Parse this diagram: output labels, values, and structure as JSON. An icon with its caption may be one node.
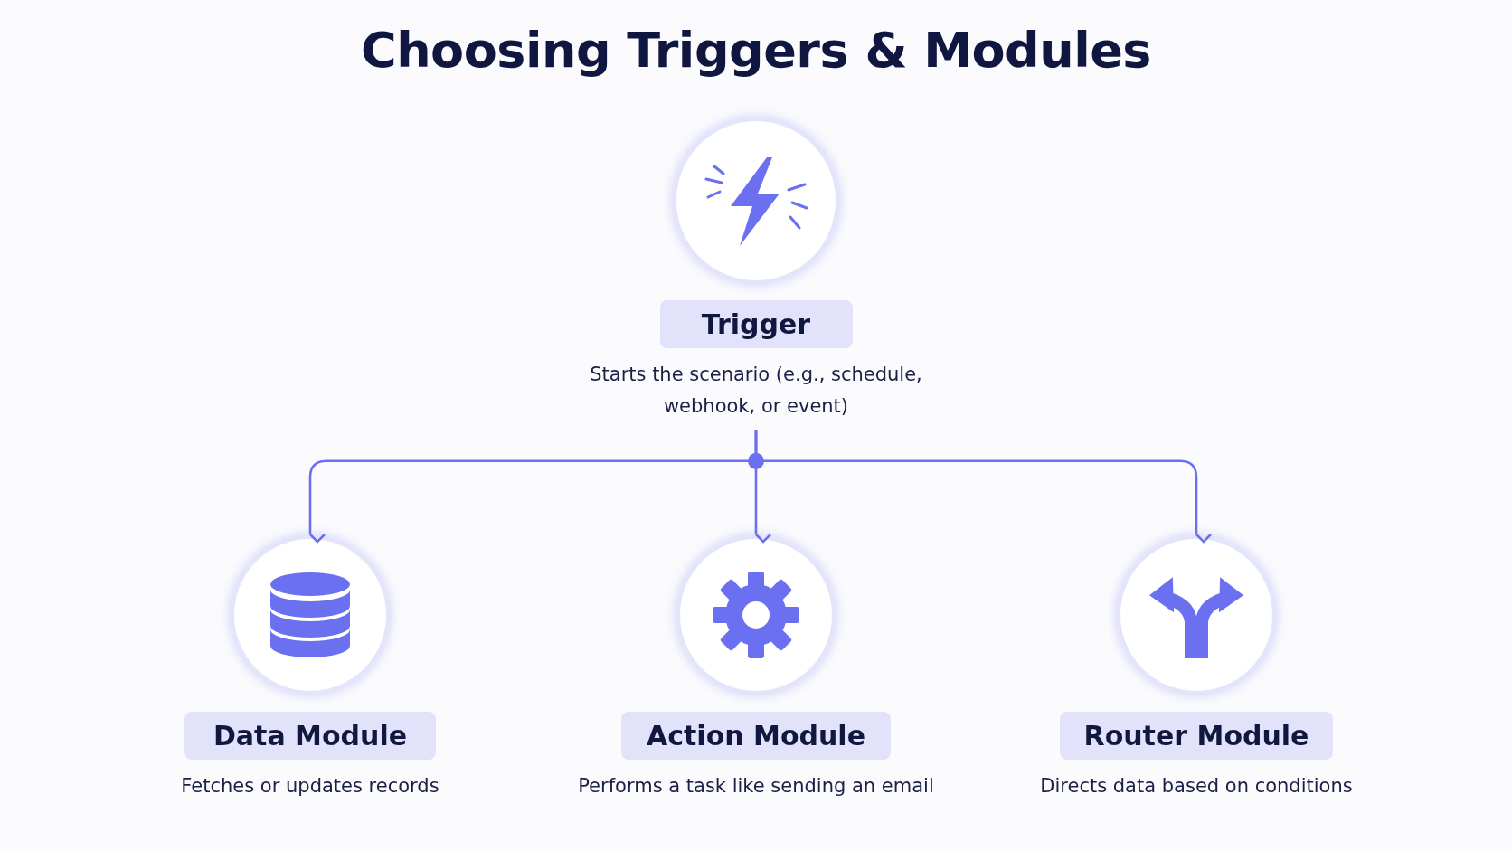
{
  "diagram": {
    "title": "Choosing Triggers & Modules",
    "nodes": [
      {
        "text": [],
        "shape": "circle"
      },
      {
        "text": [
          "Trigger"
        ],
        "beside": [
          "Starts the scenario (e.g., schedule, webhook, or event)"
        ]
      },
      {
        "text": [],
        "shape": "circle"
      },
      {
        "text": [],
        "shape": "circle"
      },
      {
        "text": [],
        "shape": "circle"
      },
      {
        "text": [
          "Data Module"
        ],
        "beside": [
          "Fetches or updates records"
        ]
      },
      {
        "text": [
          "Action Module"
        ],
        "beside": [
          "Performs a task like sending an email"
        ]
      },
      {
        "text": [
          "Router Module"
        ],
        "beside": [
          "Directs data based on conditions"
        ]
      }
    ],
    "edges": [
      {
        "from": 1,
        "to": 2,
        "arrow": "to"
      },
      {
        "from": 1,
        "to": 3,
        "arrow": "to"
      },
      {
        "from": 1,
        "to": 4,
        "arrow": "to"
      }
    ]
  }
}
